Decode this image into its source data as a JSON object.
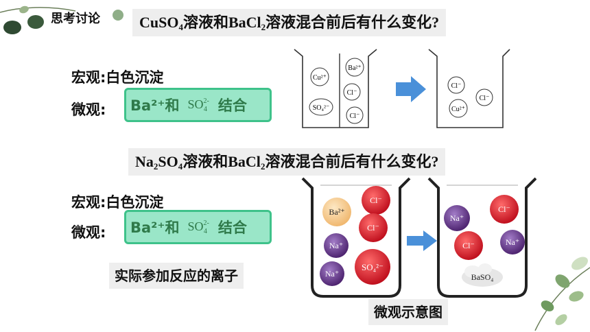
{
  "header": {
    "title": "思考讨论"
  },
  "q1": {
    "p1": "CuSO",
    "s1": "4",
    "p2": "溶液和BaCl",
    "s2": "2",
    "p3": "溶液混合前后有什么变化?"
  },
  "q2": {
    "p0": "Na",
    "s0": "2",
    "p1": "SO",
    "s1": "4",
    "p2": "溶液和BaCl",
    "s2": "2",
    "p3": "溶液混合前后有什么变化?"
  },
  "s1": {
    "macro": "宏观:白色沉淀",
    "micro_label": "微观:",
    "ba": "Ba²⁺和",
    "ion_main": "SO",
    "ion_sub": "4",
    "ion_sup": "2-",
    "combine": "结合"
  },
  "s2": {
    "macro": "宏观:白色沉淀",
    "micro_label": "微观:",
    "ba": "Ba²⁺和",
    "ion_main": "SO",
    "ion_sub": "4",
    "ion_sup": "2-",
    "combine": "结合"
  },
  "callout": "实际参加反应的离子",
  "caption": "微观示意图",
  "diagram_top": {
    "left_a": [
      "Cu2+",
      "SO42-"
    ],
    "left_b": [
      "Ba2+",
      "Cl-",
      "Cl-"
    ],
    "right": [
      "Cl-",
      "Cl-",
      "Cu2+"
    ]
  },
  "diagram_bottom": {
    "left": [
      "Ba2+",
      "Cl-",
      "Cl-",
      "Na+",
      "Na+",
      "SO42-"
    ],
    "right": [
      "Na+",
      "Cl-",
      "Cl-",
      "Na+",
      "BaSO4"
    ]
  },
  "colors": {
    "accent_green": "#3ec28a",
    "box_green": "#9ae6c8",
    "arrow_blue": "#4a90d9",
    "red_ion": "#d62833",
    "purple_ion": "#6a3a8e",
    "orange_ion": "#f6d29a"
  }
}
